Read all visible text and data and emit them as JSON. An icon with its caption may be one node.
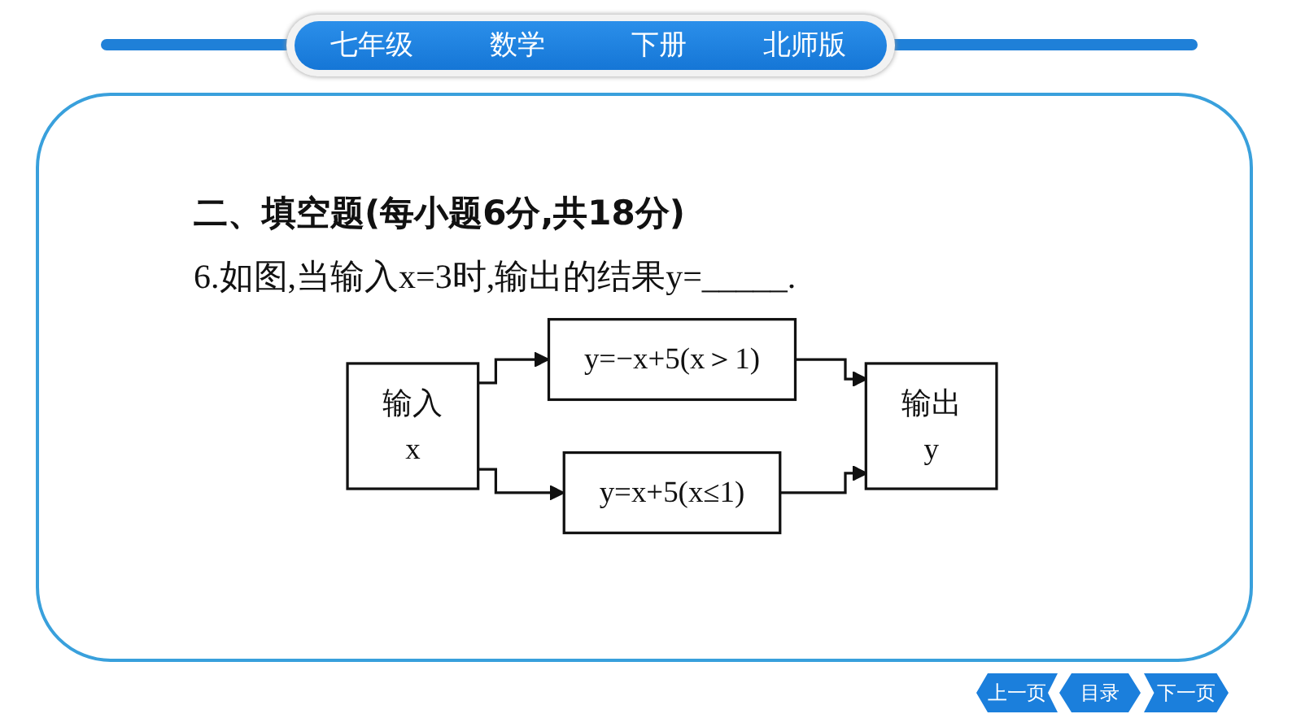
{
  "diagram": {
    "title": "二、填空题(每小题6分,共18分)",
    "nodes": [
      {
        "text": [
          "输入",
          "x"
        ]
      },
      {
        "text": [
          "y=−x+5(x＞1)"
        ]
      },
      {
        "text": [
          "y=x+5(x≤1)"
        ]
      },
      {
        "text": [
          "输出",
          "y"
        ]
      }
    ],
    "edges": [
      {
        "from": 0,
        "to": 1,
        "arrow": "to"
      },
      {
        "from": 0,
        "to": 2,
        "arrow": "to"
      },
      {
        "from": 1,
        "to": 3,
        "arrow": "to"
      },
      {
        "from": 2,
        "to": 3,
        "arrow": "to"
      }
    ],
    "labels": [
      "七年级",
      "数学",
      "下册",
      "北师版",
      "6.如图,当输入x=3时,输出的结果y=_____.",
      "上一页",
      "目录",
      "下一页"
    ]
  }
}
